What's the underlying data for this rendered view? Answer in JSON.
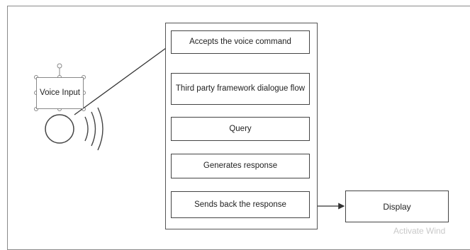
{
  "diagram": {
    "steps": [
      "Accepts the voice command",
      "Third party framework dialogue flow",
      "Query",
      "Generates response",
      "Sends back the response"
    ],
    "output": "Display",
    "input_label": "Voice Input"
  },
  "watermark": "Activate Wind"
}
